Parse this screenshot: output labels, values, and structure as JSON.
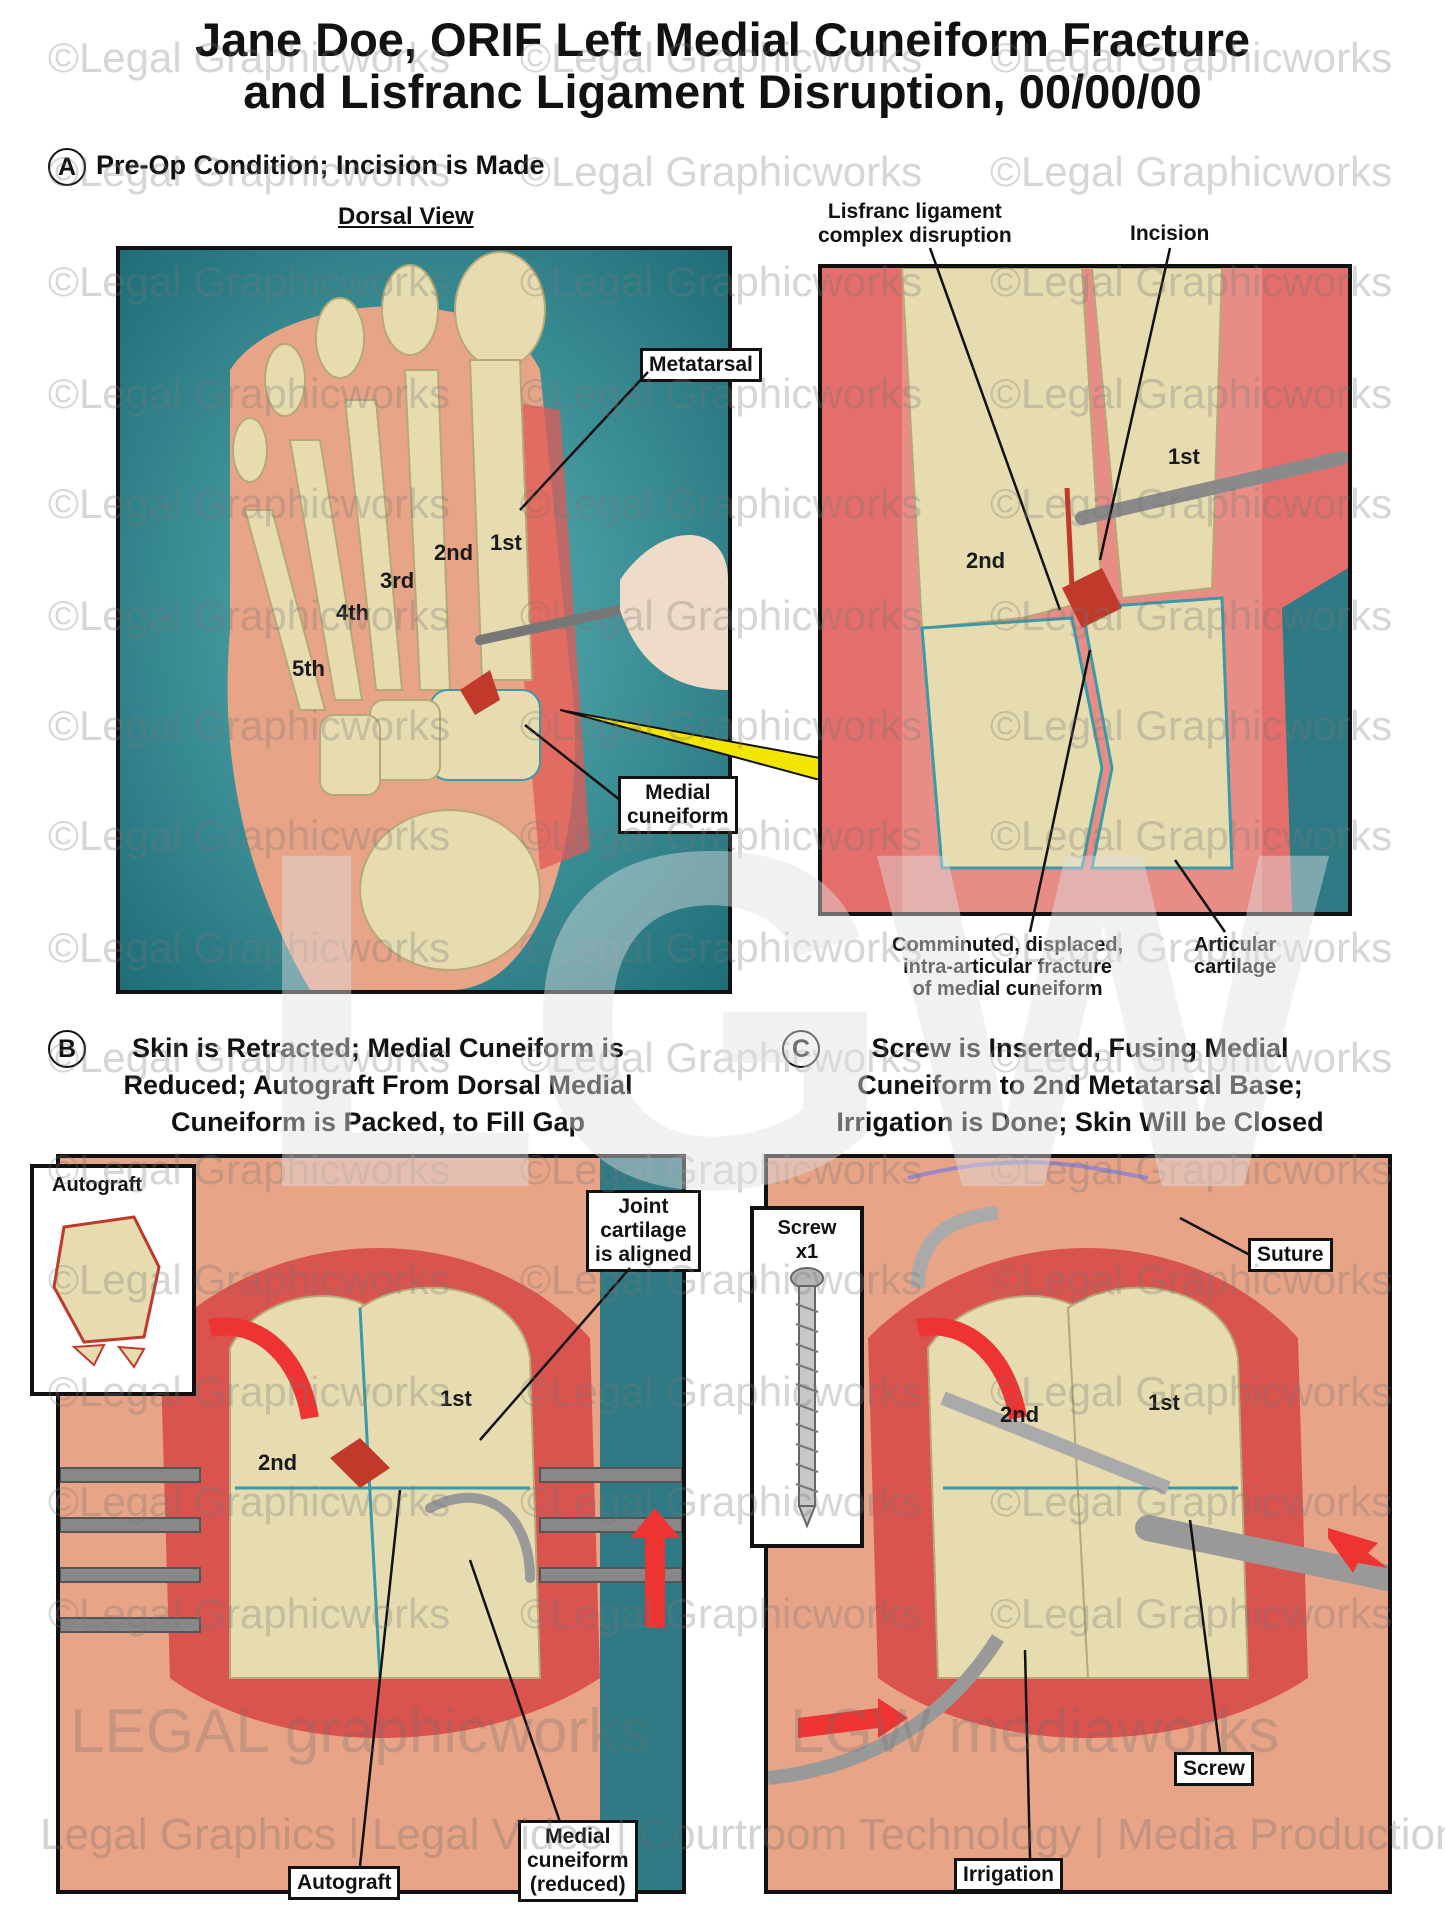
{
  "title": {
    "line1": "Jane Doe, ORIF Left Medial Cuneiform Fracture",
    "line2": "and Lisfranc Ligament Disruption, 00/00/00"
  },
  "section_a": {
    "letter": "A",
    "heading": "Pre-Op Condition; Incision is Made",
    "view_label": "Dorsal View",
    "foot_panel": {
      "toe_labels": [
        "1st",
        "2nd",
        "3rd",
        "4th",
        "5th"
      ],
      "metatarsal_label": "Metatarsal",
      "medial_cuneiform_label_line1": "Medial",
      "medial_cuneiform_label_line2": "cuneiform"
    },
    "detail_panel": {
      "lisfranc_label_line1": "Lisfranc ligament",
      "lisfranc_label_line2": "complex disruption",
      "incision_label": "Incision",
      "bone_1st": "1st",
      "bone_2nd": "2nd",
      "fracture_label_line1": "Comminuted, displaced,",
      "fracture_label_line2": "intra-articular fracture",
      "fracture_label_line3": "of medial cuneiform",
      "cartilage_label_line1": "Articular",
      "cartilage_label_line2": "cartilage"
    }
  },
  "section_b": {
    "letter": "B",
    "heading_line1": "Skin is Retracted; Medial Cuneiform is",
    "heading_line2": "Reduced; Autograft From Dorsal Medial",
    "heading_line3": "Cuneiform is Packed, to Fill Gap",
    "autograft_inset_label": "Autograft",
    "joint_label_line1": "Joint",
    "joint_label_line2": "cartilage",
    "joint_label_line3": "is aligned",
    "bone_1st": "1st",
    "bone_2nd": "2nd",
    "autograft_label": "Autograft",
    "medial_label_line1": "Medial",
    "medial_label_line2": "cuneiform",
    "medial_label_line3": "(reduced)"
  },
  "section_c": {
    "letter": "C",
    "heading_line1": "Screw is Inserted, Fusing Medial",
    "heading_line2": "Cuneiform to 2nd Metatarsal Base;",
    "heading_line3": "Irrigation is Done; Skin Will be Closed",
    "screw_inset_line1": "Screw",
    "screw_inset_line2": "x1",
    "suture_label": "Suture",
    "bone_2nd": "2nd",
    "bone_1st": "1st",
    "screw_label": "Screw",
    "irrigation_label": "Irrigation"
  },
  "watermark": {
    "repeat_text": "©Legal Graphicworks",
    "big_logo": "LGW",
    "brand_left": "LEGAL graphicworks",
    "brand_right": "LGW mediaworks",
    "tagline": "Legal Graphics | Legal Video | Courtroom Technology | Media Production"
  },
  "colors": {
    "bone": "#e6dcb0",
    "tissue_red": "#d9534f",
    "drape_teal": "#2f8e96",
    "skin": "#e8a487",
    "cartilage_line": "#3b9aa8",
    "callout_yellow": "#f2e600"
  }
}
